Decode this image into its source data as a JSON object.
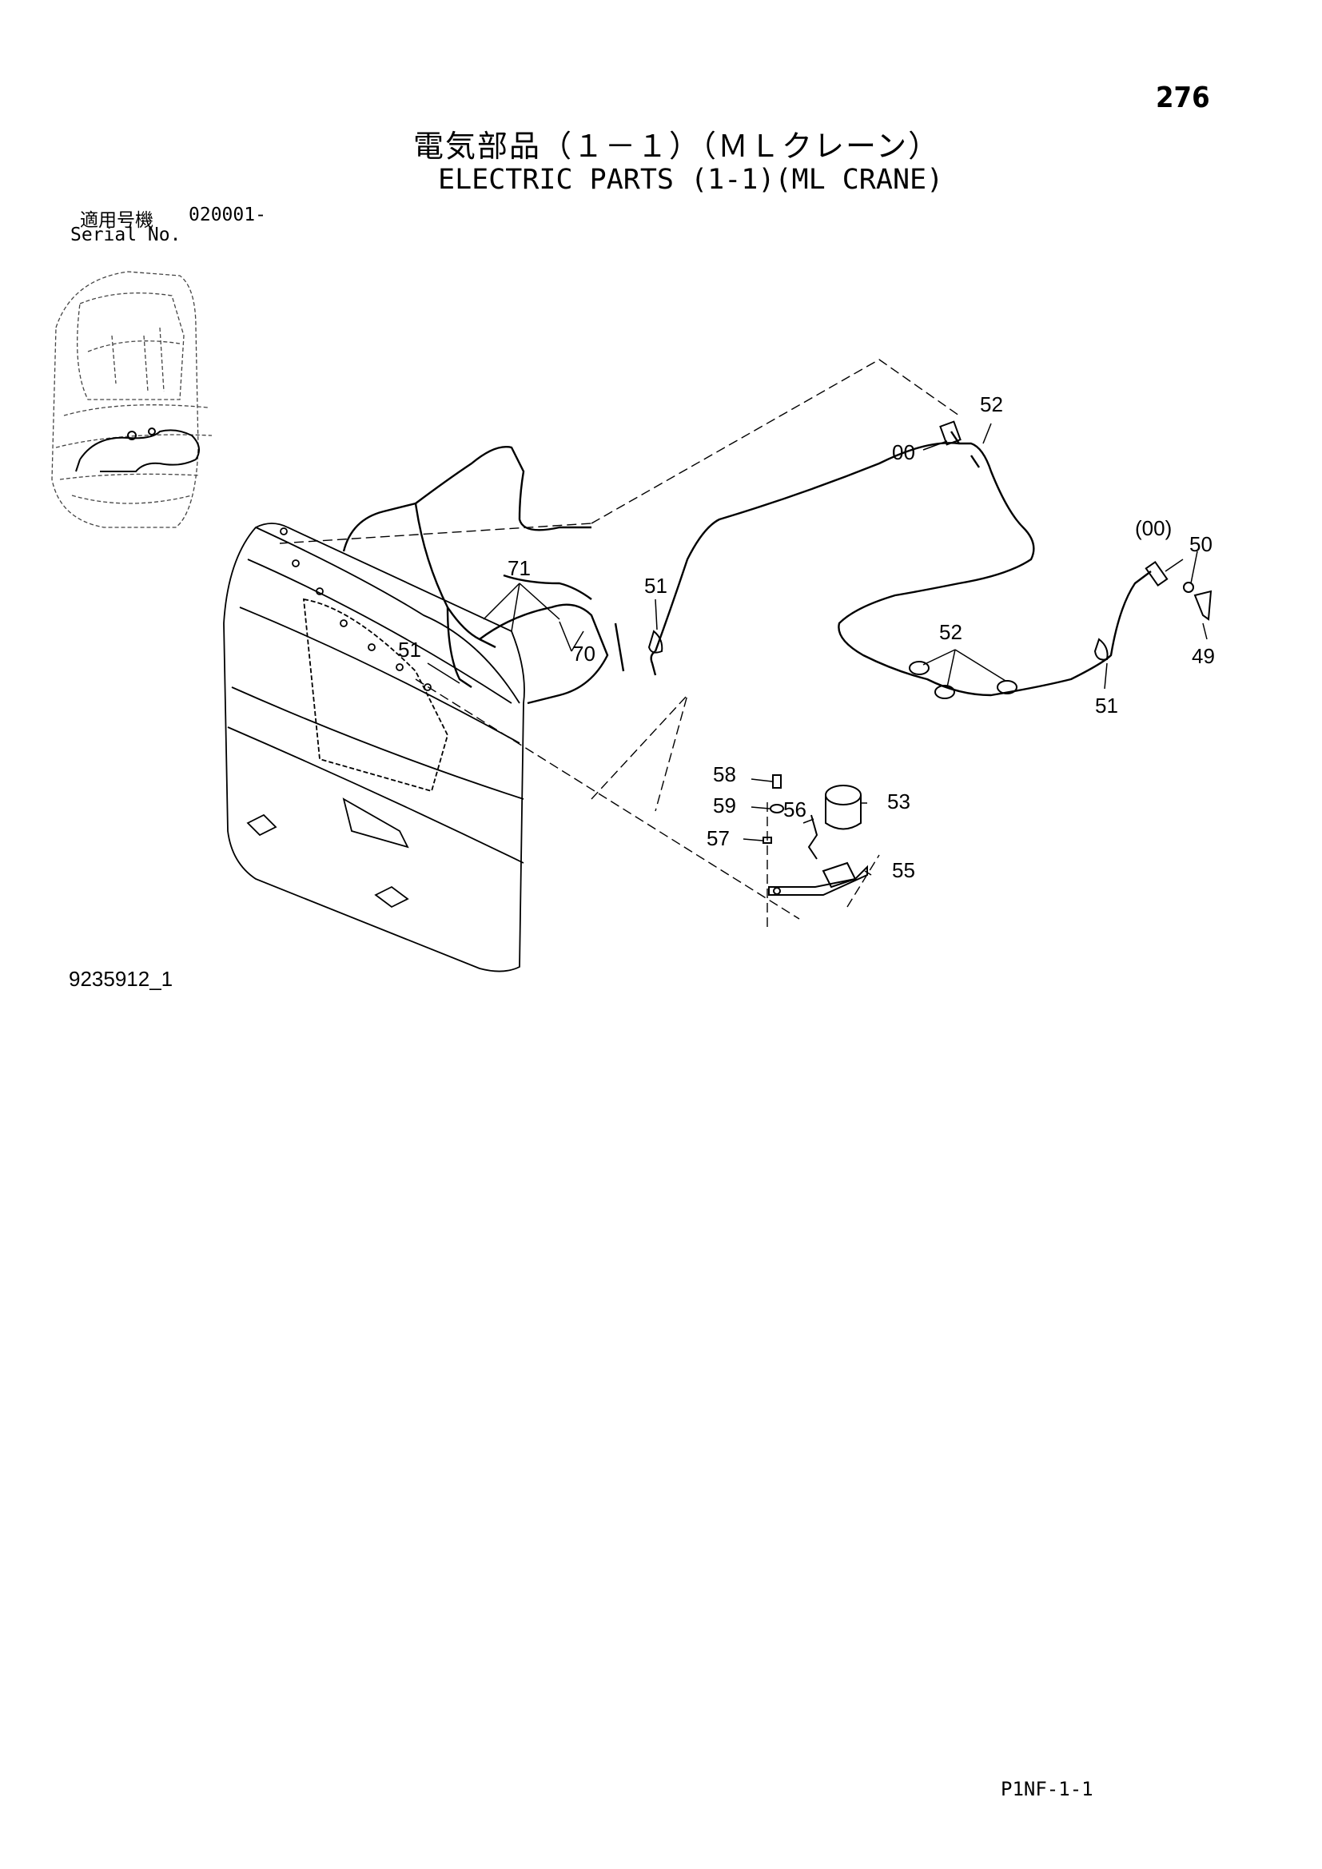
{
  "page": {
    "number": "276",
    "title_jp": "電気部品（１－１）（ＭＬクレーン）",
    "title_en": "ELECTRIC PARTS (1-1)(ML CRANE)",
    "serial_label_jp": "適用号機",
    "serial_value": "020001-",
    "serial_label_en": "Serial No.",
    "figure_number": "9235912_1",
    "page_code": "P1NF-1-1"
  },
  "callouts": {
    "c52_top": "52",
    "c00_top": "00",
    "c00_paren": "(00)",
    "c50": "50",
    "c49": "49",
    "c51_left_cable": "51",
    "c52_mid": "52",
    "c51_right": "51",
    "c71": "71",
    "c70": "70",
    "c51_weight": "51",
    "c58": "58",
    "c59": "59",
    "c56": "56",
    "c57": "57",
    "c53": "53",
    "c55": "55"
  }
}
